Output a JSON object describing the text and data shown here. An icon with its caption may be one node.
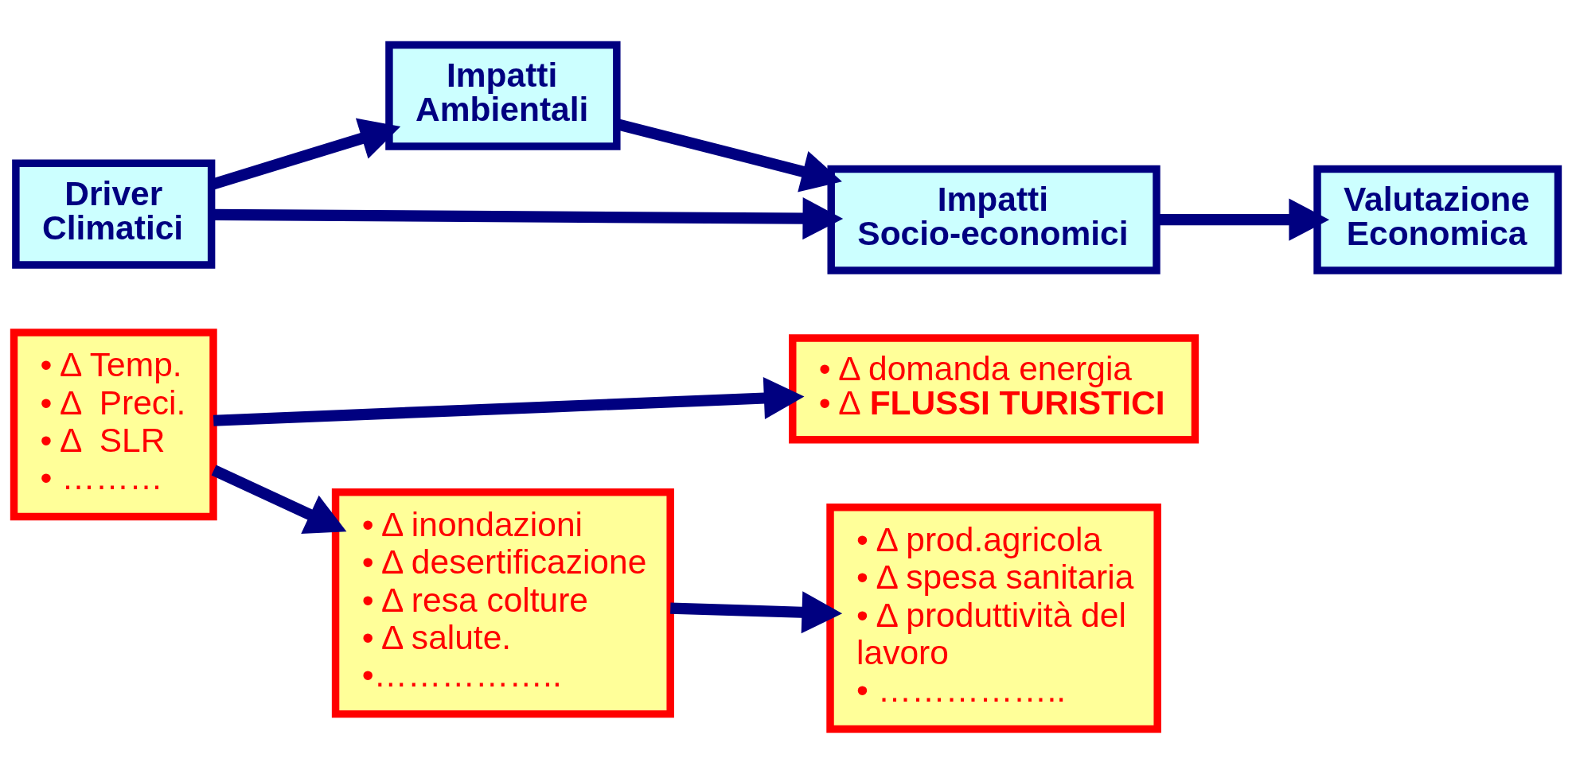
{
  "diagram": {
    "nodes": [
      {
        "text": [
          "Driver Climatici"
        ]
      },
      {
        "text": [
          "Impatti Ambientali"
        ]
      },
      {
        "text": [
          "Impatti Socio-economici"
        ]
      },
      {
        "text": [
          "Valutazione Economica"
        ]
      },
      {
        "text": [
          "• Δ Temp.",
          "• Δ  Preci.",
          "• Δ  SLR",
          "• ………"
        ]
      },
      {
        "text": [
          "• Δ inondazioni",
          "• Δ desertificazione",
          "• Δ resa colture",
          "• Δ salute.",
          "•…………….."
        ]
      },
      {
        "text": [
          "• Δ prod.agricola",
          "• Δ spesa sanitaria",
          "• Δ produttività del lavoro",
          "• …………….."
        ]
      },
      {
        "text": [
          "• Δ domanda energia",
          "• Δ **FLUSSI TURISTICI**"
        ]
      }
    ],
    "edges": [
      {
        "from": 0,
        "to": 1,
        "arrow": "to"
      },
      {
        "from": 1,
        "to": 2,
        "arrow": "to"
      },
      {
        "from": 2,
        "to": 3,
        "arrow": "to"
      },
      {
        "from": 0,
        "to": 2,
        "arrow": "to"
      },
      {
        "from": 4,
        "to": 5,
        "arrow": "to"
      },
      {
        "from": 5,
        "to": 6,
        "arrow": "to"
      },
      {
        "from": 4,
        "to": 7,
        "arrow": "to"
      }
    ]
  }
}
